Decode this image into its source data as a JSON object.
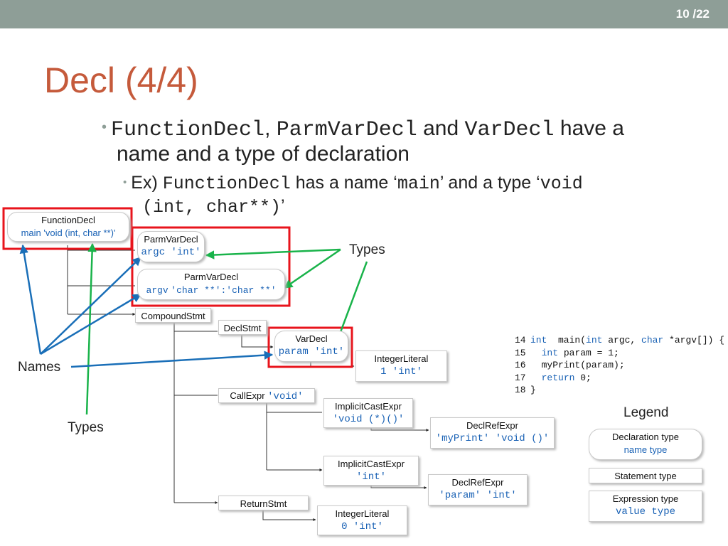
{
  "header": {
    "page_number": "10 /22"
  },
  "title": "Decl (4/4)",
  "bullet1": {
    "a": "FunctionDecl",
    "b": ", ",
    "c": "ParmVarDecl",
    "d": " and ",
    "e": "VarDecl",
    "f": " have a",
    "line2": "name and a type of declaration"
  },
  "bullet2": {
    "a": "Ex) ",
    "b": "FunctionDecl",
    "c": " has a name ‘",
    "d": "main",
    "e": "’ and a type ‘",
    "f": "void",
    "line2": "(int, char**)",
    "line2_end": "’"
  },
  "nodes": {
    "function_decl": {
      "kind": "FunctionDecl",
      "name": "main",
      "type": "'void (int, char **)'"
    },
    "parm_argc": {
      "kind": "ParmVarDecl",
      "name": "argc",
      "type": "'int'"
    },
    "parm_argv": {
      "kind": "ParmVarDecl",
      "name": "argv",
      "type": "'char **':'char **'"
    },
    "compound_stmt": {
      "kind": "CompoundStmt"
    },
    "decl_stmt": {
      "kind": "DeclStmt"
    },
    "var_decl": {
      "kind": "VarDecl",
      "name": "param",
      "type": "'int'"
    },
    "int_literal_1": {
      "kind": "IntegerLiteral",
      "value": "1",
      "type": "'int'"
    },
    "call_expr": {
      "kind": "CallExpr",
      "type": "'void'"
    },
    "implicit_cast_1": {
      "kind": "ImplicitCastExpr",
      "type": "'void (*)()'"
    },
    "decl_ref_myprint": {
      "kind": "DeclRefExpr",
      "name": "'myPrint'",
      "type": "'void ()'"
    },
    "implicit_cast_2": {
      "kind": "ImplicitCastExpr",
      "type": "'int'"
    },
    "decl_ref_param": {
      "kind": "DeclRefExpr",
      "name": "'param'",
      "type": "'int'"
    },
    "return_stmt": {
      "kind": "ReturnStmt"
    },
    "int_literal_0": {
      "kind": "IntegerLiteral",
      "value": "0",
      "type": "'int'"
    }
  },
  "labels": {
    "types_top": "Types",
    "names": "Names",
    "types_bottom": "Types"
  },
  "code": [
    {
      "num": "14",
      "parts": [
        [
          "kw",
          "int"
        ],
        [
          "",
          "  main("
        ],
        [
          "kw",
          "int"
        ],
        [
          "",
          " argc, "
        ],
        [
          "kw",
          "char"
        ],
        [
          "",
          " *argv[]) {"
        ]
      ]
    },
    {
      "num": "15",
      "parts": [
        [
          "",
          "  "
        ],
        [
          "kw",
          "int"
        ],
        [
          "",
          " param = 1;"
        ]
      ]
    },
    {
      "num": "16",
      "parts": [
        [
          "",
          "  myPrint(param);"
        ]
      ]
    },
    {
      "num": "17",
      "parts": [
        [
          "",
          "  "
        ],
        [
          "kw",
          "return"
        ],
        [
          "",
          " 0;"
        ]
      ]
    },
    {
      "num": "18",
      "parts": [
        [
          "",
          "}"
        ]
      ]
    }
  ],
  "legend": {
    "title": "Legend",
    "declaration": {
      "label": "Declaration type",
      "sub": "name type"
    },
    "statement": {
      "label": "Statement type"
    },
    "expression": {
      "label": "Expression type",
      "sub": "value type"
    }
  },
  "colors": {
    "title": "#c55a3b",
    "highlight_box": "#e8141c",
    "types_arrow": "#19b34a",
    "names_arrow": "#1a6fb8",
    "header_bar": "#8e9e97",
    "type_text": "#1a62b5"
  }
}
